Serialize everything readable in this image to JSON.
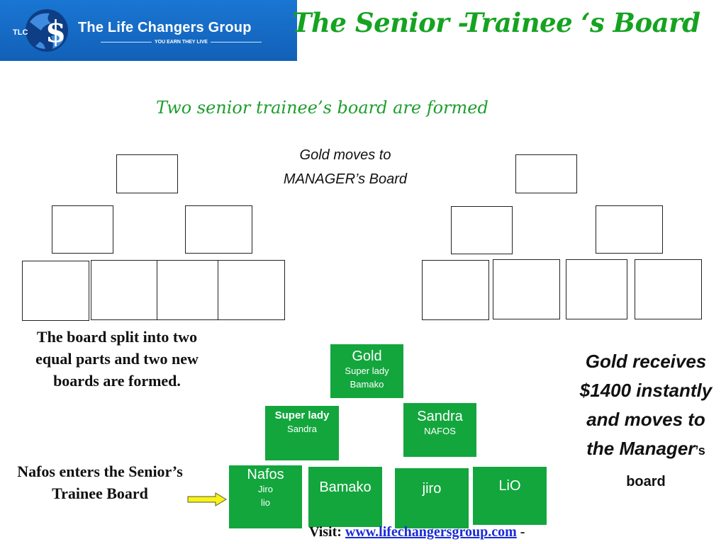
{
  "logo": {
    "initials": "TLC",
    "name": "The Life Changers Group",
    "tagline": "YOU EARN THEY LIVE"
  },
  "title": "The Senior -Trainee ‘s Board",
  "subtitle": "Two senior trainee’s board are formed",
  "gold_moves": {
    "line1": "Gold moves to",
    "line2": "MANAGER’s  Board"
  },
  "left_note": "The board split into two equal parts and two new boards are formed.",
  "nafos_note": "Nafos enters the Senior’s Trainee Board",
  "board": {
    "top": {
      "name": "Gold",
      "lines": [
        "Super lady",
        "Bamako"
      ]
    },
    "mid_left": {
      "name": "Super lady",
      "lines": [
        "Sandra"
      ]
    },
    "mid_right": {
      "name": "Sandra",
      "lines": [
        "NAFOS"
      ]
    },
    "bottom": [
      {
        "name": "Nafos",
        "lines": [
          "Jiro",
          "lio"
        ]
      },
      {
        "name": "Bamako",
        "lines": []
      },
      {
        "name": "jiro",
        "lines": []
      },
      {
        "name": "LiO",
        "lines": []
      }
    ]
  },
  "gold_receives": {
    "text": "Gold receives $1400 instantly and moves to the Manager",
    "suffix": "’s",
    "tail": "board"
  },
  "footer": {
    "label": "Visit:",
    "link": "www.lifechangersgroup.com",
    "dash": "-"
  },
  "colors": {
    "logo_bg": "#1565c0",
    "title_green": "#15a321",
    "box_green": "#13a63d",
    "link_blue": "#1a2bd6",
    "arrow_yellow": "#f6f21a"
  }
}
